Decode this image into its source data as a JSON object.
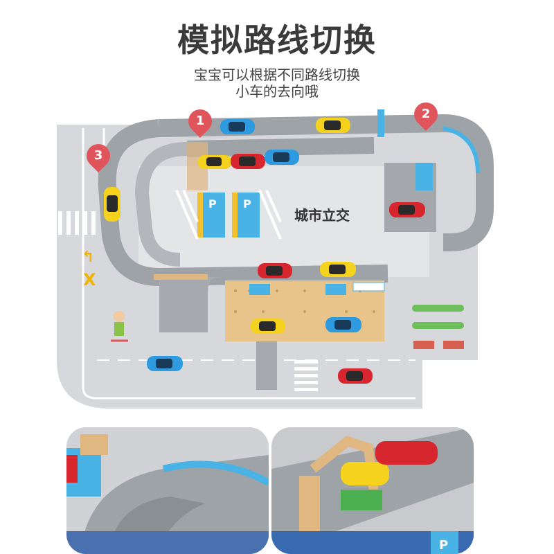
{
  "header": {
    "title": "模拟路线切换",
    "subtitle_line1": "宝宝可以根据不同路线切换",
    "subtitle_line2": "小车的去向哦"
  },
  "markers": [
    "1",
    "2",
    "3"
  ],
  "road_signs": {
    "arrow_symbol": "↰",
    "x_symbol": "X",
    "parking_symbol": "P"
  },
  "logo_text": "城市立交",
  "colors": {
    "track_gray": "#9ea3a8",
    "mat_gray": "#d6d8db",
    "marker_red": "#e0555c",
    "accent_blue": "#4ab3e6"
  }
}
